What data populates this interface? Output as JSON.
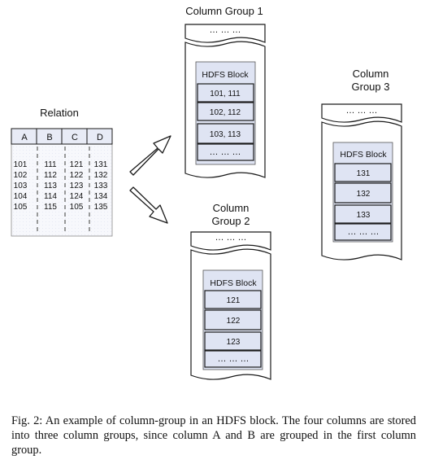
{
  "relation": {
    "title": "Relation",
    "headers": [
      "A",
      "B",
      "C",
      "D"
    ],
    "rows": [
      [
        "101",
        "111",
        "121",
        "131"
      ],
      [
        "102",
        "112",
        "122",
        "132"
      ],
      [
        "103",
        "113",
        "123",
        "133"
      ],
      [
        "104",
        "114",
        "124",
        "134"
      ],
      [
        "105",
        "115",
        "105",
        "135"
      ]
    ]
  },
  "ellipsis": "… … …",
  "groups": [
    {
      "title_lines": [
        "Column Group 1"
      ],
      "block_label": "HDFS Block",
      "cells": [
        "101, 111",
        "102, 112",
        "103, 113"
      ]
    },
    {
      "title_lines": [
        "Column",
        "Group 2"
      ],
      "block_label": "HDFS Block",
      "cells": [
        "121",
        "122",
        "123"
      ]
    },
    {
      "title_lines": [
        "Column",
        "Group 3"
      ],
      "block_label": "HDFS Block",
      "cells": [
        "131",
        "132",
        "133"
      ]
    }
  ],
  "caption": "Fig. 2: An example of column-group in an HDFS block. The four columns are stored into three column groups, since column A and B are grouped in the first column group.",
  "colors": {
    "cell_fill": "#dfe4f3",
    "header_fill": "#e8ebf6",
    "stroke": "#1a1a1a",
    "dash": "#7a7a7a"
  }
}
